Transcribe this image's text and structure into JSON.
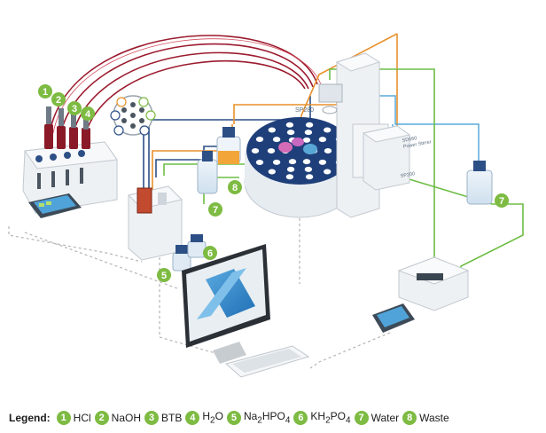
{
  "labels": {
    "sample_changer": "SP280",
    "pump_main": "SD660\nPower Stirrer",
    "pump_small": "SP200",
    "bottle_water": "Water",
    "bottle_waste": "Waste"
  },
  "legend": {
    "title": "Legend:",
    "items": [
      {
        "num": "1",
        "name": "HCl"
      },
      {
        "num": "2",
        "name": "NaOH"
      },
      {
        "num": "3",
        "name": "BTB"
      },
      {
        "num": "4",
        "name": "H2O",
        "html": "H<sub>2</sub>O"
      },
      {
        "num": "5",
        "name": "Na2HPO4",
        "html": "Na<sub>2</sub>HPO<sub>4</sub>"
      },
      {
        "num": "6",
        "name": "KH2PO4",
        "html": "KH<sub>2</sub>PO<sub>4</sub>"
      },
      {
        "num": "7",
        "name": "Water"
      },
      {
        "num": "8",
        "name": "Waste"
      }
    ]
  },
  "colors": {
    "badge": "#7dbb42",
    "tube_red": "#9b1b2e",
    "tube_blue": "#2c4f86",
    "tube_orange": "#e8912d",
    "tube_green": "#6dbd45",
    "tube_lightblue": "#5aa9da"
  }
}
